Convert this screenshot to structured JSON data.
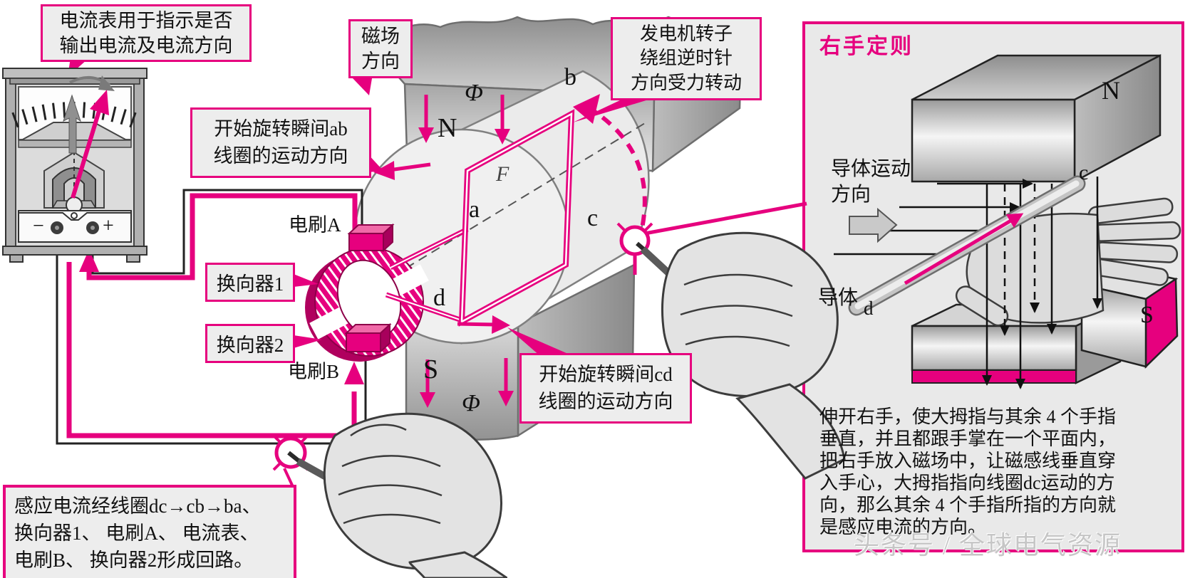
{
  "colors": {
    "accent_pink": "#e6007e",
    "panel_gray": "#e9e9e9",
    "ink": "#111111"
  },
  "callouts": {
    "ammeter_note": {
      "line1": "电流表用于指示是否",
      "line2": "输出电流及电流方向"
    },
    "field_direction": {
      "line1": "磁场",
      "line2": "方向"
    },
    "rotor_force": {
      "line1": "发电机转子",
      "line2": "绕组逆时针",
      "line3": "方向受力转动"
    },
    "ab_motion": {
      "line1": "开始旋转瞬间ab",
      "line2": "线圈的运动方向"
    },
    "cd_motion": {
      "line1": "开始旋转瞬间cd",
      "line2": "线圈的运动方向"
    },
    "loop_note": {
      "line1": "感应电流经线圈dc→cb→ba、",
      "line2": "换向器1、 电刷A、 电流表、",
      "line3": "电刷B、 换向器2形成回路。"
    }
  },
  "machine_labels": {
    "brush_a": "电刷A",
    "commutator_1": "换向器1",
    "commutator_2": "换向器2",
    "brush_b": "电刷B",
    "pole_n": "N",
    "pole_s": "S",
    "flux_phi": "Φ",
    "force_f": "F",
    "point_a": "a",
    "point_b": "b",
    "point_c": "c",
    "point_d": "d"
  },
  "ammeter": {
    "minus": "−",
    "plus": "+"
  },
  "right_panel": {
    "title": "右手定则",
    "conductor_motion_line1": "导体运动",
    "conductor_motion_line2": "方向",
    "conductor_label": "导体",
    "conductor_sub": "d",
    "pole_n": "N",
    "pole_s": "S",
    "point_c": "c",
    "description": [
      "伸开右手，使大拇指与其余 4 个手指",
      "垂直，并且都跟手掌在一个平面内，",
      "把右手放入磁场中，让磁感线垂直穿",
      "入手心，大拇指指向线圈dc运动的方",
      "向，那么其余 4 个手指所指的方向就",
      "是感应电流的方向。"
    ]
  },
  "watermark": "头条号 / 全球电气资源"
}
